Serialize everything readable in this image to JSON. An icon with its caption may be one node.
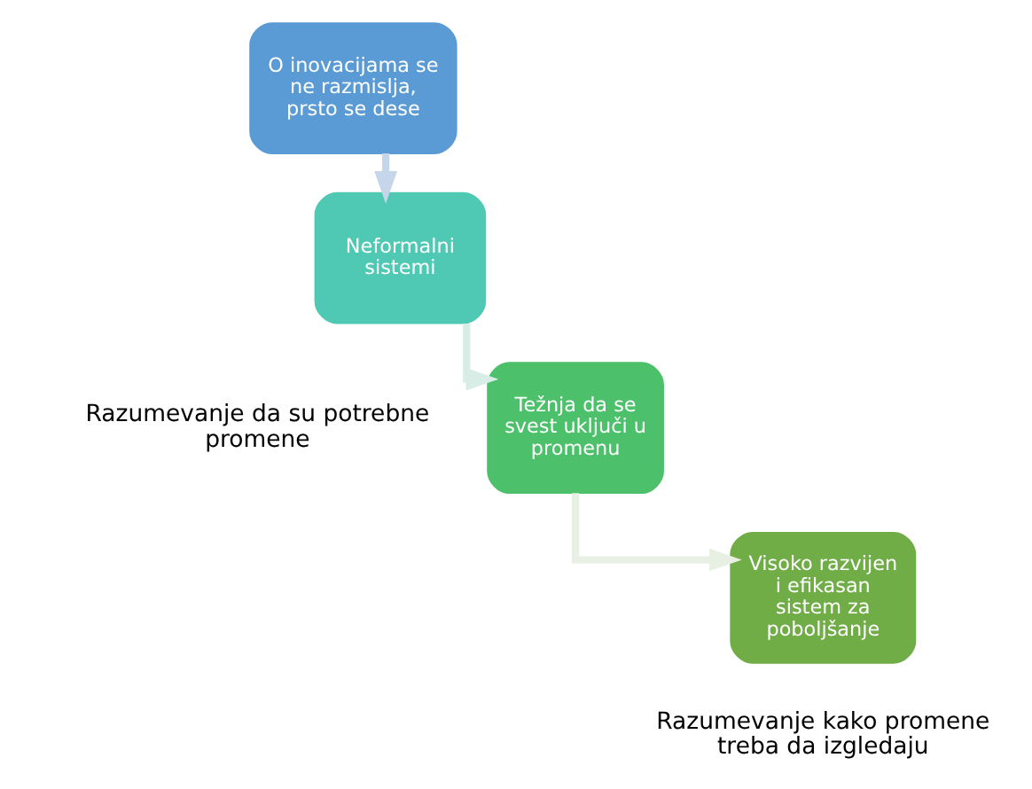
{
  "diagram": {
    "nodes": [
      {
        "text": [
          "O inovacijama se ne razmislja, prsto se dese"
        ]
      },
      {
        "text": [
          "Neformalni sistemi"
        ]
      },
      {
        "text": [
          "Težnja da se svest uključi u promenu"
        ]
      },
      {
        "text": [
          "Visoko razvijen i efikasan sistem za poboljšanje"
        ]
      }
    ],
    "edges": [
      {
        "from": 0,
        "to": 1,
        "arrow": "to",
        "color": "#c5d5ea"
      },
      {
        "from": 1,
        "to": 2,
        "arrow": "to",
        "color": "#d8ede6"
      },
      {
        "from": 2,
        "to": 3,
        "arrow": "to",
        "color": "#e8f0e4"
      }
    ],
    "labels": [
      "Razumevanje da su potrebne promene",
      "Razumevanje kako promene treba da izgledaju"
    ]
  }
}
